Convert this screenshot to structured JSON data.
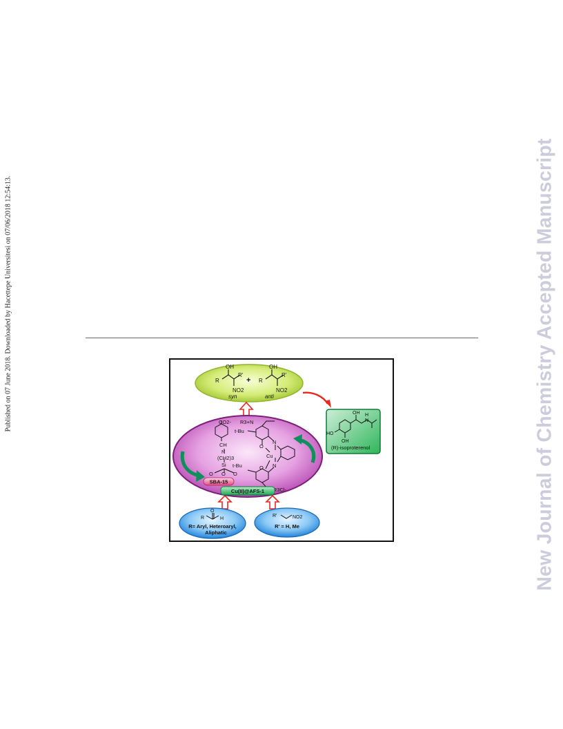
{
  "side_note": "Published on 07 June 2018. Downloaded by Hacettepe Universitesi on 07/06/2018 12:54:13.",
  "watermark": "New Journal of Chemistry Accepted Manuscript",
  "figure": {
    "products": {
      "oh1": "OH",
      "r1": "R",
      "rp1": "R'",
      "no2_1": "NO2",
      "syn": "syn",
      "plus": "+",
      "oh2": "OH",
      "r2": "R",
      "rp2": "R'",
      "no2_2": "NO2",
      "anti": "anti"
    },
    "drug": {
      "oh": "OH",
      "h": "H",
      "n": "N",
      "ho": "HO",
      "oh_ring": "OH",
      "name": "(R)-isoproterenol"
    },
    "catalyst": {
      "co2": "CO2-",
      "r3n_top": "R3+N",
      "tbu1": "t-Bu",
      "ch": "CH",
      "n_link": "N",
      "ch2_3": "(CH2)3",
      "si": "Si",
      "o_left": "O",
      "o_mid": "O",
      "o_right": "O",
      "tbu2": "t-Bu",
      "o_cu_top": "O",
      "cu": "Cu",
      "n_cu_top": "N",
      "n_cu_bottom": "N",
      "o_cu_bottom": "O",
      "r3cl": "N+R3Cl-",
      "support": "SBA-15",
      "name": "Cu(II)@AFS-1"
    },
    "aldehyde": {
      "o": "O",
      "r": "R",
      "h": "H",
      "desc_line1": "R= Aryl, Heteroaryl,",
      "desc_line2": "Aliphatic"
    },
    "nitroalkane": {
      "rp": "R'",
      "no2": "NO2",
      "desc": "R' = H, Me"
    },
    "colors": {
      "product_fill": "#d6ec78",
      "drug_fill": "#2fb65a",
      "catalyst_fill": "#d66fd2",
      "substrate_fill": "#3f9fea",
      "arrow_red": "#e8261d",
      "cycle_green": "#0e8f5b"
    }
  }
}
